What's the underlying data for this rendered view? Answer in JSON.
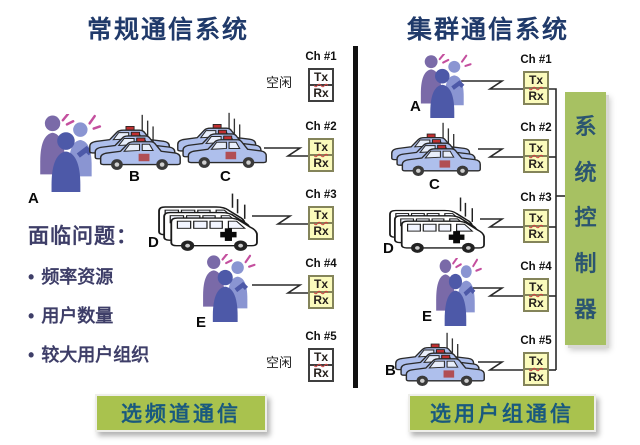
{
  "shared": {
    "tx": "Tx",
    "rx": "Rx",
    "bullet": "•"
  },
  "left": {
    "title": "常规通信系统",
    "channels": [
      {
        "label": "Ch #1",
        "state": "idle",
        "idle": "空闲"
      },
      {
        "label": "Ch #2",
        "state": "active"
      },
      {
        "label": "Ch #3",
        "state": "active"
      },
      {
        "label": "Ch #4",
        "state": "active"
      },
      {
        "label": "Ch #5",
        "state": "idle",
        "idle": "空闲"
      }
    ],
    "groups": [
      {
        "id": "A",
        "type": "people"
      },
      {
        "id": "B",
        "type": "police-cars"
      },
      {
        "id": "C",
        "type": "police-cars"
      },
      {
        "id": "D",
        "type": "ambulances"
      },
      {
        "id": "E",
        "type": "people"
      }
    ],
    "problems": {
      "heading": "面临问题：",
      "items": [
        "频率资源",
        "用户数量",
        "较大用户组织"
      ]
    },
    "action": "选频道通信"
  },
  "right": {
    "title": "集群通信系统",
    "channels": [
      {
        "label": "Ch #1"
      },
      {
        "label": "Ch #2"
      },
      {
        "label": "Ch #3"
      },
      {
        "label": "Ch #4"
      },
      {
        "label": "Ch #5"
      }
    ],
    "groups": [
      {
        "id": "A",
        "type": "people"
      },
      {
        "id": "C",
        "type": "police-cars"
      },
      {
        "id": "D",
        "type": "ambulances"
      },
      {
        "id": "E",
        "type": "people"
      },
      {
        "id": "B",
        "type": "police-cars"
      }
    ],
    "controller": {
      "label": "系统控制器",
      "chars": [
        "系",
        "统",
        "控",
        "制",
        "器"
      ]
    },
    "action": "选用户组通信"
  },
  "colors": {
    "title_blue": "#203a6a",
    "active_box_yellow": "#fbfbbc",
    "controller_green": "#a7c162",
    "action_green": "#a9c24e",
    "action_text": "#19597e",
    "problem_text": "#3e3e68",
    "divider_black": "#111111"
  }
}
